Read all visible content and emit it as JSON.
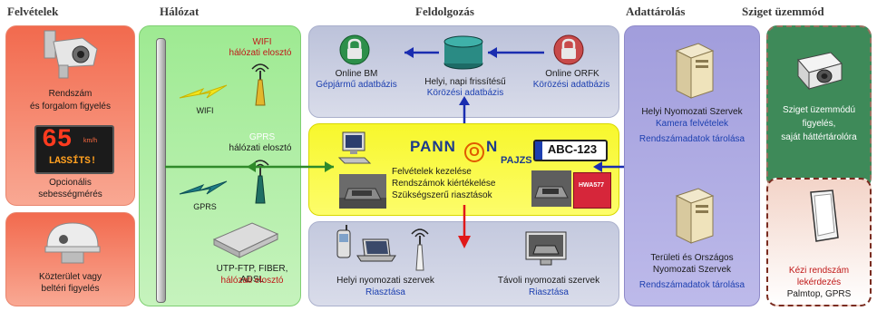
{
  "headers": {
    "felvetelek": "Felvételek",
    "halozat": "Hálózat",
    "feldolgozas": "Feldolgozás",
    "adattarolas": "Adattárolás",
    "sziget": "Sziget üzemmód"
  },
  "capture": {
    "camera1_line1": "Rendszám",
    "camera1_line2": "és forgalom figyelés",
    "speed_value": "65",
    "speed_unit": "km/h",
    "speed_warning": "LASSÍTS!",
    "speed_line1": "Opcionális",
    "speed_line2": "sebességmérés",
    "dome_line1": "Közterület vagy",
    "dome_line2": "beltéri figyelés"
  },
  "network": {
    "wifi_title": "WIFI",
    "wifi_sub": "hálózati elosztó",
    "wifi_label": "WIFI",
    "gprs_title": "GPRS",
    "gprs_sub": "hálózati elosztó",
    "gprs_label": "GPRS",
    "wired_title": "UTP-FTP, FIBER, ADSL",
    "wired_sub": "hálózati elosztó"
  },
  "databases": {
    "bm_line1": "Online BM",
    "bm_line2": "Gépjármű adatbázis",
    "local_line1": "Helyi, napi frissítésű",
    "local_line2": "Körözési  adatbázis",
    "orfk_line1": "Online ORFK",
    "orfk_line2": "Körözési adatbázis"
  },
  "processing": {
    "brand_pann": "PANN",
    "brand_o": "O",
    "brand_n": "N",
    "brand_pajzs": "PAJZS",
    "plate": "ABC-123",
    "plate_small": "HWA577",
    "line1": "Felvételek kezelése",
    "line2": "Rendszámok kiértékelése",
    "line3": "Szükségszerű riasztások"
  },
  "alerts": {
    "local_line1": "Helyi nyomozati  szervek",
    "local_line2": "Riasztása",
    "remote_line1": "Távoli nyomozati szervek",
    "remote_line2": "Riasztása"
  },
  "storage": {
    "local_line1": "Helyi Nyomozati Szervek",
    "local_line2": "Kamera felvételek",
    "local_line3": "Rendszámadatok tárolása",
    "national_line1": "Területi és Országos",
    "national_line2": "Nyomozati  Szervek",
    "national_line3": "Rendszámadatok tárolása"
  },
  "island": {
    "camera_line1": "Sziget üzemmódú",
    "camera_line2": "figyelés,",
    "camera_line3": "saját háttértárolóra",
    "manual_line1": "Kézi rendszám",
    "manual_line2": "lekérdezés",
    "manual_line3": "Palmtop, GPRS"
  },
  "colors": {
    "capture_panel": "#f57c5f",
    "network_panel": "#a8ec9c",
    "db_panel": "#c8cde0",
    "process_panel": "#fcfc3a",
    "storage_panel": "#a9a6e0",
    "island_top": "#3f8a5a",
    "island_bottom": "#7a2c20",
    "arrow_blue": "#1a2db0",
    "arrow_green": "#2f8a2a",
    "arrow_red": "#e01818"
  }
}
